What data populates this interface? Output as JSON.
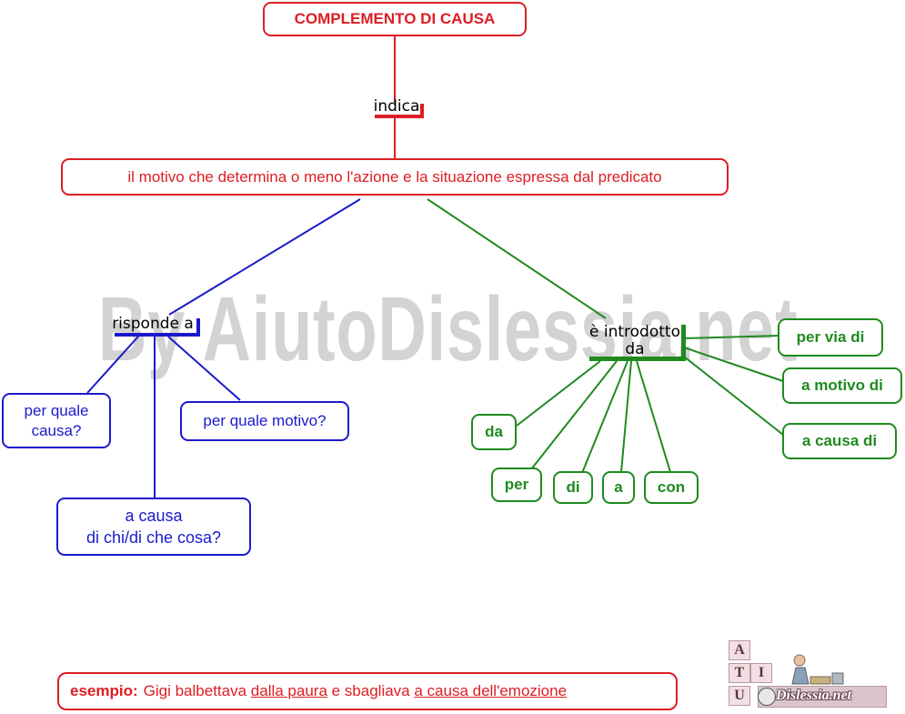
{
  "title": "COMPLEMENTO DI CAUSA",
  "link_indica": "indica",
  "definition": "il motivo che determina o meno l'azione e la situazione espressa dal predicato",
  "link_risponde": "risponde a",
  "link_introdotto": "è introdotto\nda",
  "questions": [
    "per quale\ncausa?",
    "per quale motivo?",
    "a causa\ndi chi/di che cosa?"
  ],
  "prepositions_short": [
    "da",
    "per",
    "di",
    "a",
    "con"
  ],
  "prepositions_phrases": [
    "per via di",
    "a motivo di",
    "a causa di"
  ],
  "example": {
    "label": "esempio:",
    "part1": "Gigi balbettava ",
    "highlight1": "dalla paura",
    "part2": " e sbagliava ",
    "highlight2": "a causa dell'emozione"
  },
  "watermark": "By AiutoDislessia.net",
  "logo": {
    "tiles": [
      "A",
      "I",
      "T",
      "U"
    ],
    "text": "Dislessia.net"
  },
  "colors": {
    "red": "#dd1d24",
    "blue": "#1a1acc",
    "green": "#1f8a1f"
  }
}
